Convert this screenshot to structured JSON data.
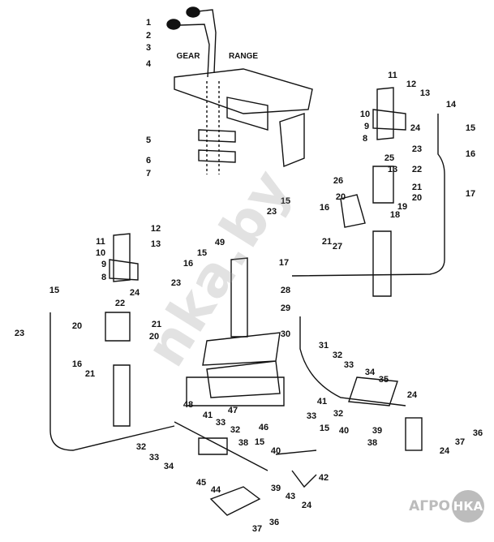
{
  "diagram": {
    "words": {
      "gear": "GEAR",
      "range": "RANGE"
    },
    "callouts": [
      "1",
      "2",
      "3",
      "4",
      "5",
      "6",
      "7",
      "11",
      "12",
      "13",
      "10",
      "14",
      "9",
      "15",
      "8",
      "24",
      "16",
      "23",
      "25",
      "13",
      "22",
      "21",
      "20",
      "26",
      "20",
      "19",
      "16",
      "18",
      "17",
      "15",
      "23",
      "21",
      "27",
      "17",
      "12",
      "11",
      "13",
      "10",
      "9",
      "8",
      "24",
      "15",
      "49",
      "15",
      "16",
      "23",
      "22",
      "20",
      "21",
      "20",
      "23",
      "21",
      "16",
      "28",
      "29",
      "30",
      "31",
      "32",
      "33",
      "34",
      "35",
      "24",
      "41",
      "32",
      "33",
      "15",
      "40",
      "39",
      "38",
      "36",
      "37",
      "24",
      "47",
      "46",
      "48",
      "41",
      "33",
      "32",
      "38",
      "15",
      "40",
      "42",
      "32",
      "33",
      "34",
      "45",
      "44",
      "39",
      "43",
      "24",
      "36",
      "37"
    ]
  },
  "watermark": "nka.by",
  "logo": {
    "left": "АГРО",
    "right": "НКА"
  }
}
